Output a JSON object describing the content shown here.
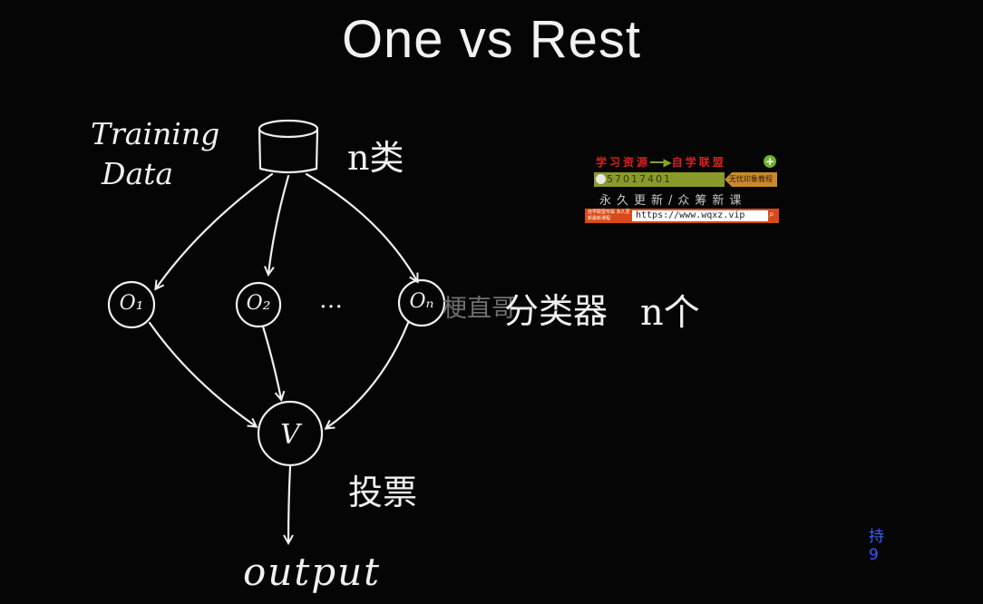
{
  "slide": {
    "title": "One vs Rest"
  },
  "diagram": {
    "training_data_label_line1": "Training",
    "training_data_label_line2": "Data",
    "class_count_label": "n类",
    "classifier_labels": [
      "O₁",
      "O₂",
      "Oₙ"
    ],
    "ellipsis": "…",
    "classifier_count_label": "分类器",
    "n_count_label": "n个",
    "vote_node_label": "V",
    "vote_label": "投票",
    "output_label": "output"
  },
  "watermark": {
    "text": "梗直哥"
  },
  "ad_banner": {
    "row1_left": "学习资源",
    "row1_arrow": "━━▶",
    "row1_right": "自学联盟",
    "plus": "+",
    "row2_code": "57017401",
    "row2_tag": "无忧印象教程",
    "row3": "永久更新/众筹新课",
    "row4_small": "自学联盟专属 永久更新最新课程",
    "url": "https://www.wqxz.vip",
    "search_icon": "search-icon"
  },
  "edge_fragment": {
    "text": "持 9"
  },
  "colors": {
    "background": "#050505",
    "chalk": "#f0f0f0",
    "watermark": "#6f6f6f"
  }
}
